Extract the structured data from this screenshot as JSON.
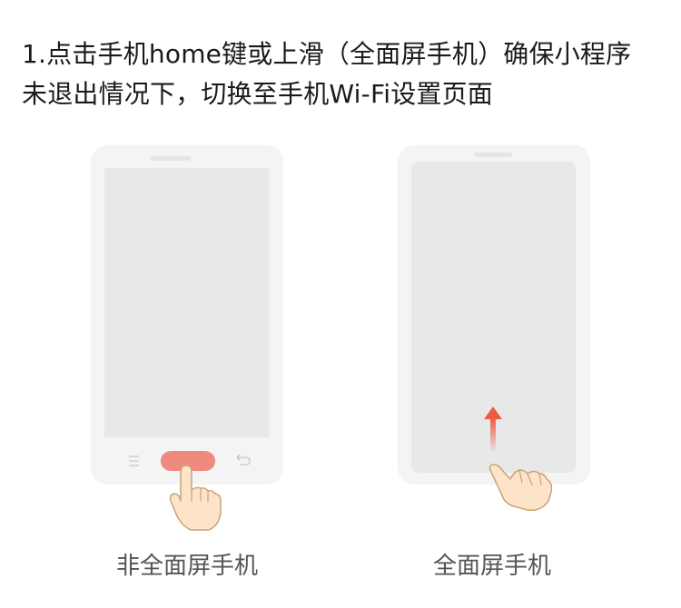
{
  "instruction": {
    "line1": "1.点击手机home键或上滑（全面屏手机）确保小程序",
    "line2": "未退出情况下，切换至手机Wi-Fi设置页面"
  },
  "figures": [
    {
      "caption": "非全面屏手机",
      "icons": [
        "phone-icon",
        "menu-icon",
        "home-button",
        "back-icon",
        "tap-hand-icon"
      ]
    },
    {
      "caption": "全面屏手机",
      "icons": [
        "phone-icon",
        "swipe-up-arrow-icon",
        "swipe-hand-icon"
      ]
    }
  ],
  "colors": {
    "phone_frame": "#f4f4f4",
    "screen": "#e8e8e8",
    "home_button": "#f08a7e",
    "arrow": "#f05a45",
    "hand_fill": "#fde4c8",
    "hand_stroke": "#c9a27c"
  }
}
